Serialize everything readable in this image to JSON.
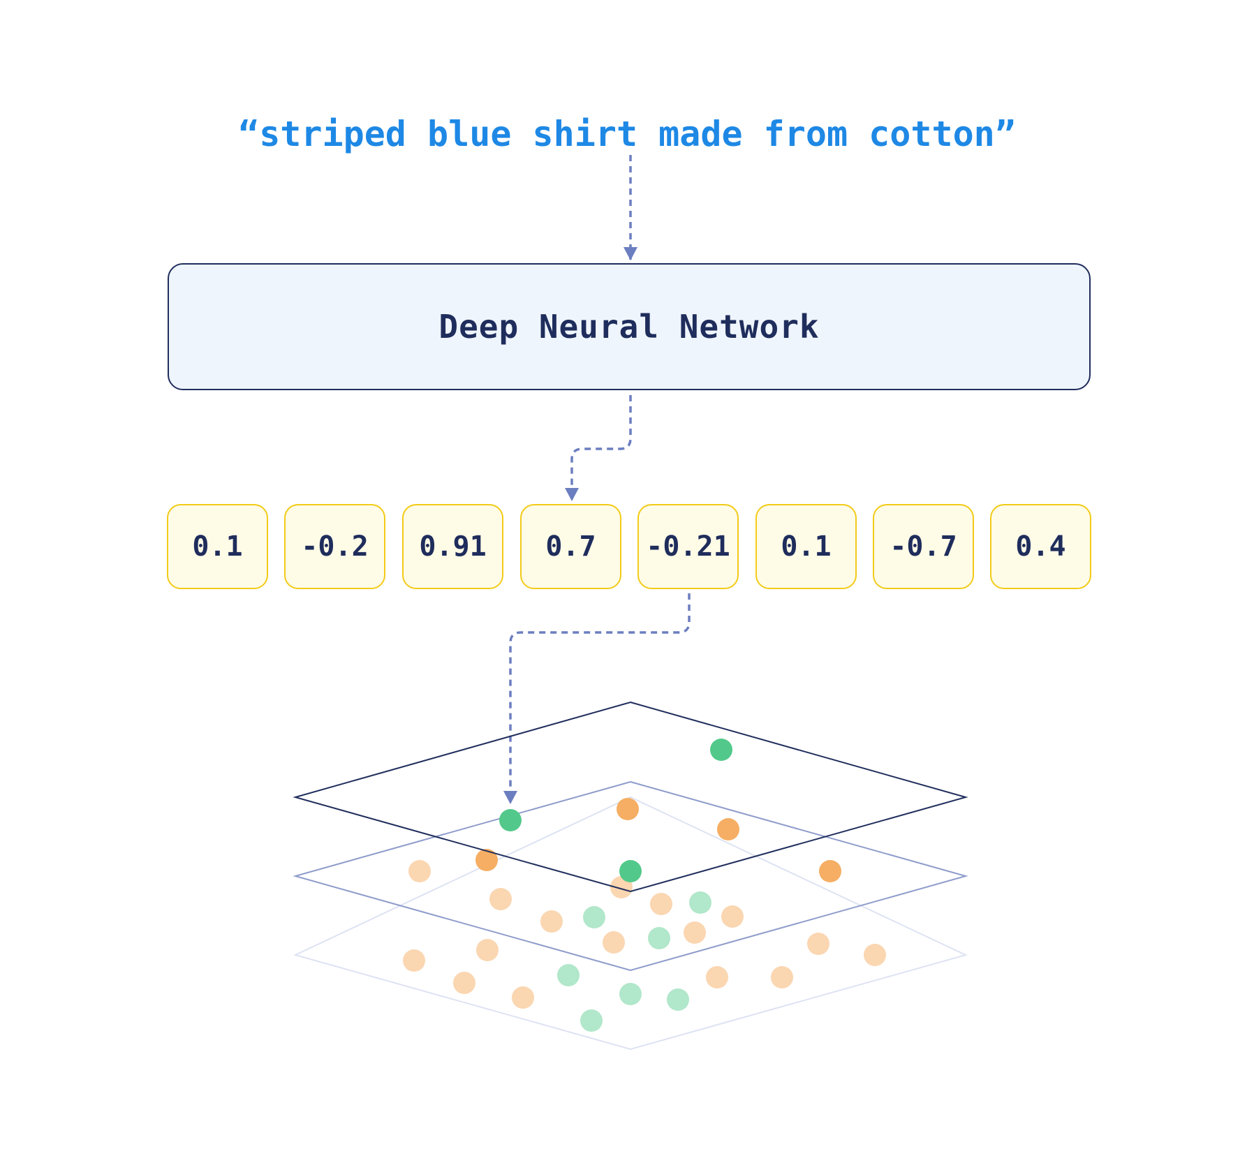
{
  "query_text": "“striped blue shirt made from cotton”",
  "network_label": "Deep Neural Network",
  "embedding": [
    "0.1",
    "-0.2",
    "0.91",
    "0.7",
    "-0.21",
    "0.1",
    "-0.7",
    "0.4"
  ],
  "colors": {
    "query": "#1e88e5",
    "network_fill": "#eff5fd",
    "network_border": "#1f2d5c",
    "cell_fill": "#fefbe7",
    "cell_border": "#f2cb17",
    "arrow": "#6b7ebf",
    "green_point": "#52c98a",
    "orange_point": "#f5ae63",
    "plane_top": "#1f2d5c",
    "plane_middle": "#8e9ccb",
    "plane_bottom": "#dde3f3"
  }
}
